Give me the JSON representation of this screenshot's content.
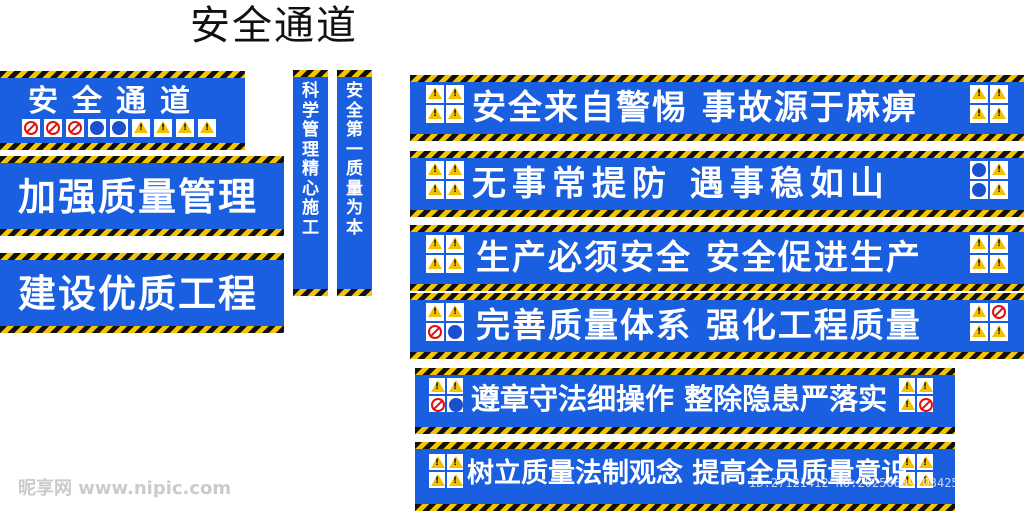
{
  "title": "安全通道",
  "left_banners": [
    {
      "text": "安全通道"
    },
    {
      "text": "加强质量管理"
    },
    {
      "text": "建设优质工程"
    }
  ],
  "vertical_banners": [
    {
      "text": "科学管理  精心施工"
    },
    {
      "text": "安全第一  质量为本"
    }
  ],
  "right_banners": [
    {
      "text": "安全来自警惕  事故源于麻痹"
    },
    {
      "text": "无事常提防  遇事稳如山"
    },
    {
      "text": "生产必须安全  安全促进生产"
    },
    {
      "text": "完善质量体系  强化工程质量"
    },
    {
      "text": "遵章守法细操作  整除隐患严落实"
    },
    {
      "text": "树立质量法制观念  提高全员质量意识"
    }
  ],
  "watermark": {
    "site": "昵享网 www.nipic.com",
    "id": "ID:27121412 NO:20250609103425656104"
  },
  "colors": {
    "banner_blue": "#1a5fe0",
    "stripe_yellow": "#f5c400",
    "stripe_black": "#111111"
  },
  "icon_names": [
    "warning-sign-icon",
    "prohibition-sign-icon",
    "mandatory-sign-icon"
  ]
}
